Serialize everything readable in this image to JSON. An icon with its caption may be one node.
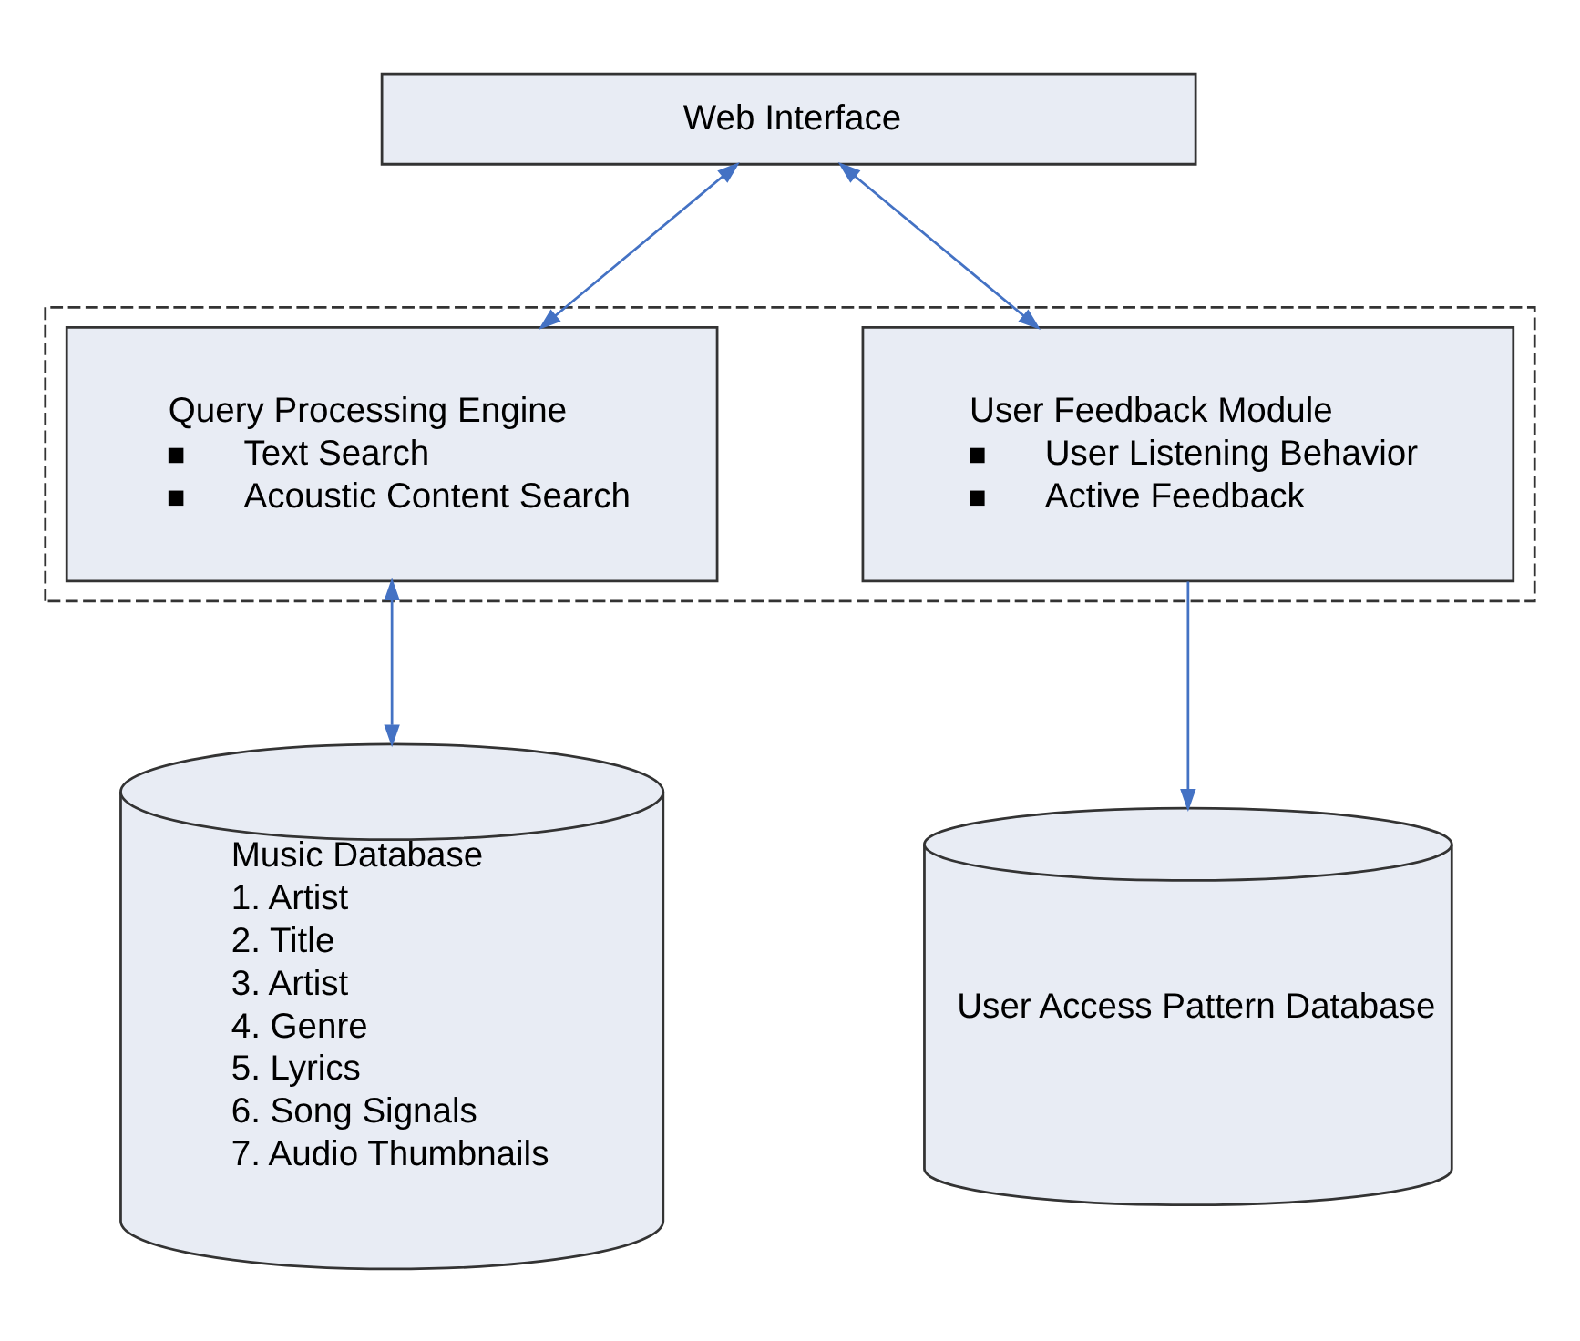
{
  "diagram": {
    "nodes": [
      {
        "text": [
          "Web Interface"
        ]
      },
      {
        "text": [],
        "shape": "box"
      },
      {
        "text": [
          "Query Processing Engine",
          "Text Search",
          "Acoustic Content Search"
        ],
        "in": 1
      },
      {
        "text": [
          "User Feedback Module",
          "User Listening Behavior",
          "Active Feedback"
        ],
        "in": 1
      },
      {
        "text": [
          "Music Database",
          "1. Artist",
          "2. Title",
          "3. Artist",
          "4. Genre",
          "5. Lyrics",
          "6. Song Signals",
          "7. Audio Thumbnails"
        ]
      },
      {
        "text": [
          "User Access Pattern Database"
        ]
      }
    ],
    "edges": [
      {
        "from": 0,
        "to": 2,
        "arrow": "both"
      },
      {
        "from": 0,
        "to": 3,
        "arrow": "both"
      },
      {
        "from": 2,
        "to": 4,
        "arrow": "both"
      },
      {
        "from": 3,
        "to": 5,
        "arrow": "to"
      }
    ]
  }
}
